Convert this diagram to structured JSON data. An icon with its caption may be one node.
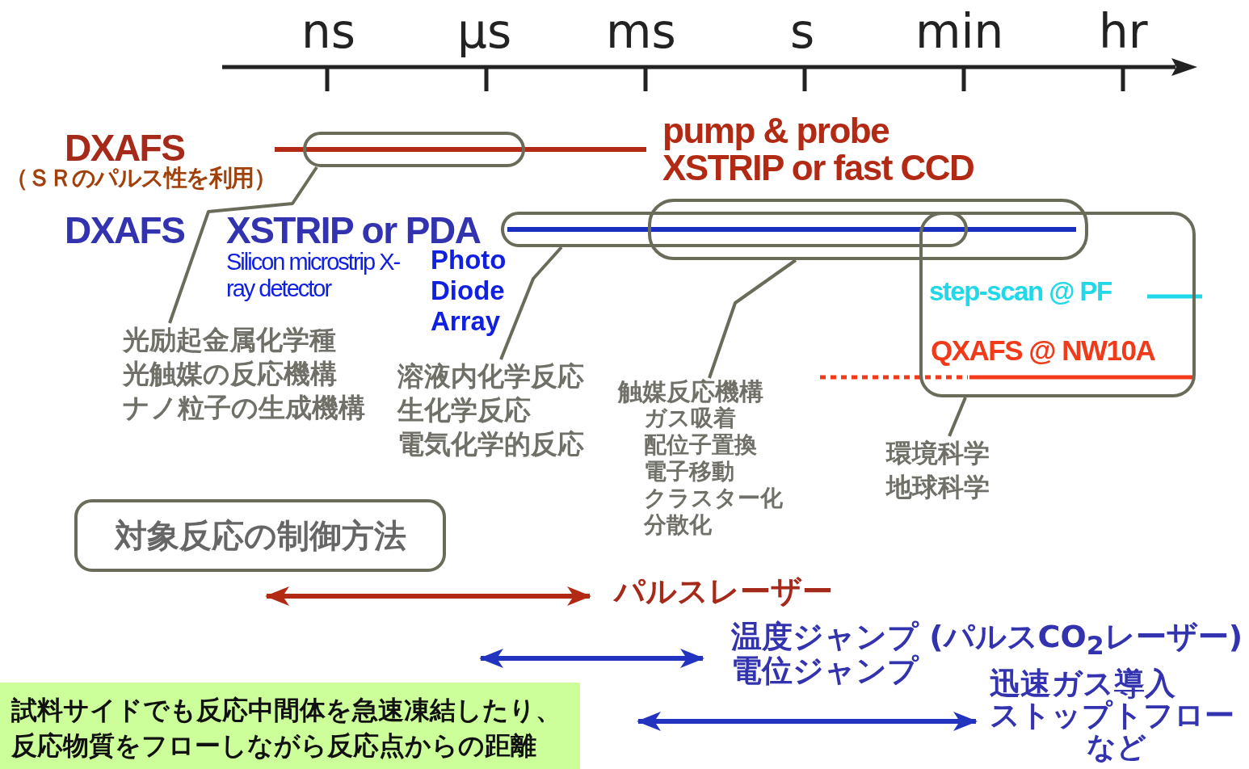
{
  "diagram": {
    "nodes": [
      {
        "text": [],
        "shape": "box"
      },
      {
        "text": [],
        "shape": "box"
      },
      {
        "text": [],
        "shape": "box"
      },
      {
        "text": [],
        "shape": "box"
      },
      {
        "text": [
          "光励起金属化学種",
          "光触媒の反応機構",
          "ナノ粒子の生成機構"
        ]
      },
      {
        "text": [
          "溶液内化学反応",
          "生化学反応",
          "電気化学的反応"
        ]
      },
      {
        "text": [
          "触媒反応機構",
          "ガス吸着",
          "配位子置換",
          "電子移動",
          "クラスター化",
          "分散化"
        ]
      },
      {
        "text": [
          "環境科学",
          "地球科学"
        ]
      },
      {
        "text": [
          "対象反応の制御方法"
        ]
      },
      {
        "text": [
          "試料サイドでも反応中間体を急速凍結したり、反応物質をフローしながら反応点からの距離"
        ]
      }
    ],
    "edges": [
      {
        "from": 4,
        "to": 0,
        "arrow": "none"
      },
      {
        "from": 5,
        "to": 2,
        "arrow": "none"
      },
      {
        "from": 6,
        "to": 1,
        "arrow": "none"
      },
      {
        "from": 7,
        "to": 3,
        "arrow": "none"
      }
    ],
    "labels": [
      "ns",
      "μs",
      "ms",
      "s",
      "min",
      "hr",
      "DXAFS",
      "pump & probe",
      "（ＳＲのパルス性を利用）",
      "XSTRIP or fast CCD",
      "DXAFS",
      "XSTRIP or PDA",
      "Silicon microstrip X-ray detector",
      "Photo Diode Array",
      "step-scan @ PF",
      "QXAFS @ NW10A",
      "パルスレーザー",
      "温度ジャンプ (パルスCO$_{2}$レーザー)",
      "電位ジャンプ",
      "迅速ガス導入",
      "ストップトフロー",
      "など"
    ]
  }
}
